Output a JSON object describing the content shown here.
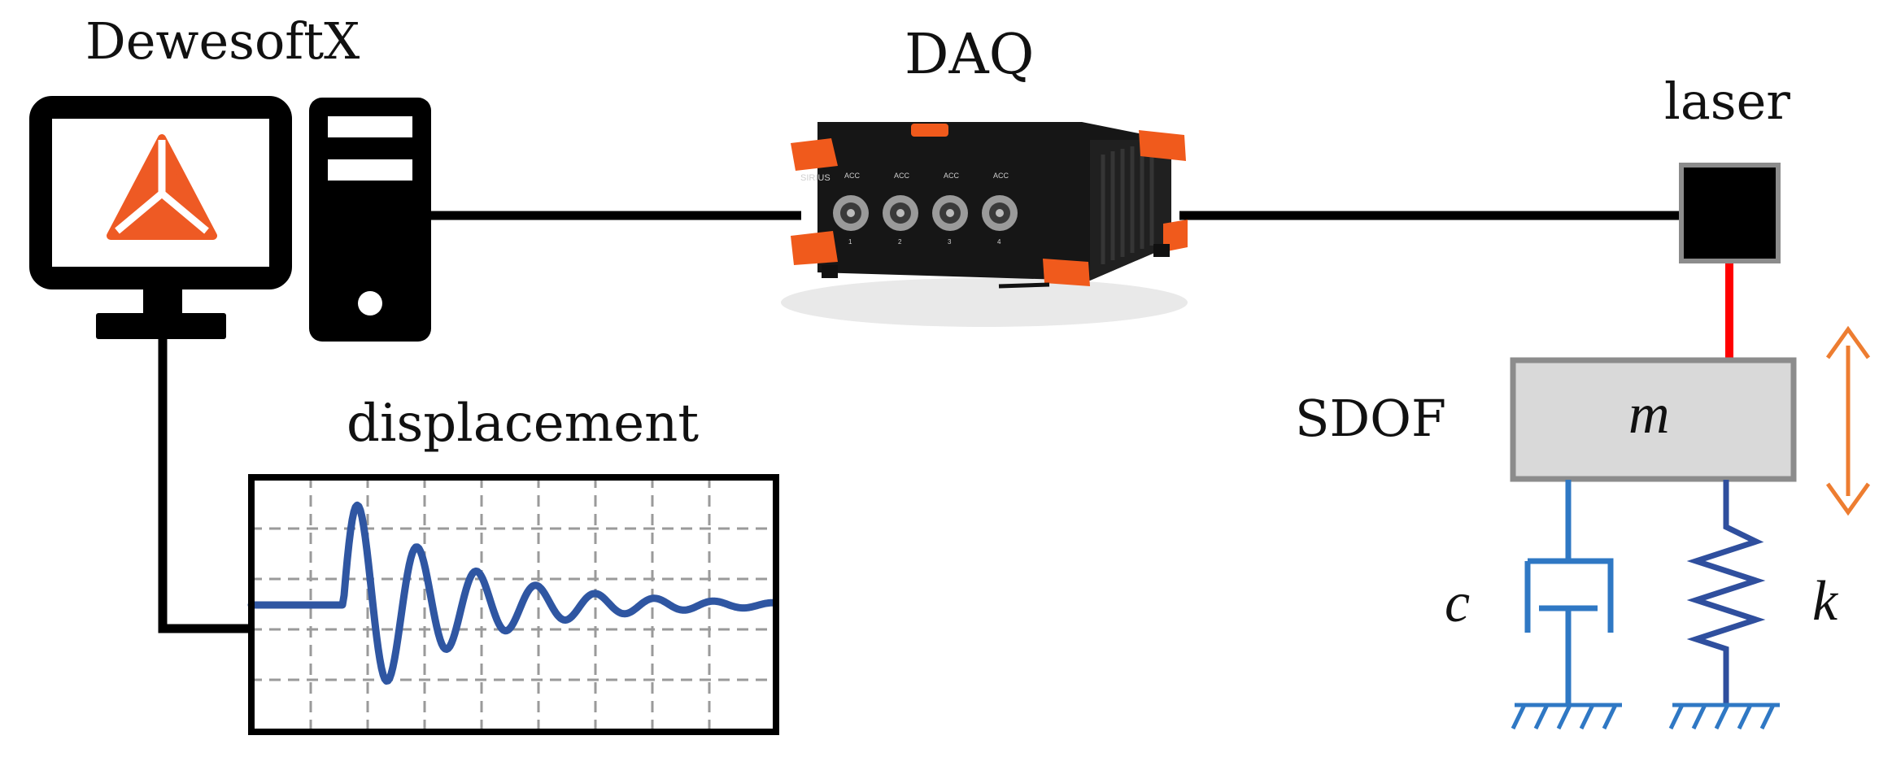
{
  "labels": {
    "software": "DewesoftX",
    "daq": "DAQ",
    "laser": "laser",
    "sdof": "SDOF",
    "displacement": "displacement",
    "mass": "m",
    "damper": "c",
    "spring": "k"
  },
  "device": {
    "brand": "SIRIUS",
    "channels": [
      "ACC",
      "ACC",
      "ACC",
      "ACC"
    ],
    "channel_numbers": [
      "1",
      "2",
      "3",
      "4"
    ]
  },
  "colors": {
    "line": "#000000",
    "orange": "#ee5a24",
    "laser_beam": "#ff0000",
    "mechanism": "#2f78c4",
    "spring": "#2f4f9e",
    "arrow": "#ed7d31",
    "signal": "#2f56a2",
    "mass_fill": "#d9d9d9",
    "mass_border": "#8c8c8c"
  },
  "icons": {
    "computer": "desktop-monitor-icon",
    "tower": "pc-tower-icon",
    "logo": "dewesoft-logo-icon",
    "laser": "laser-sensor-icon"
  }
}
